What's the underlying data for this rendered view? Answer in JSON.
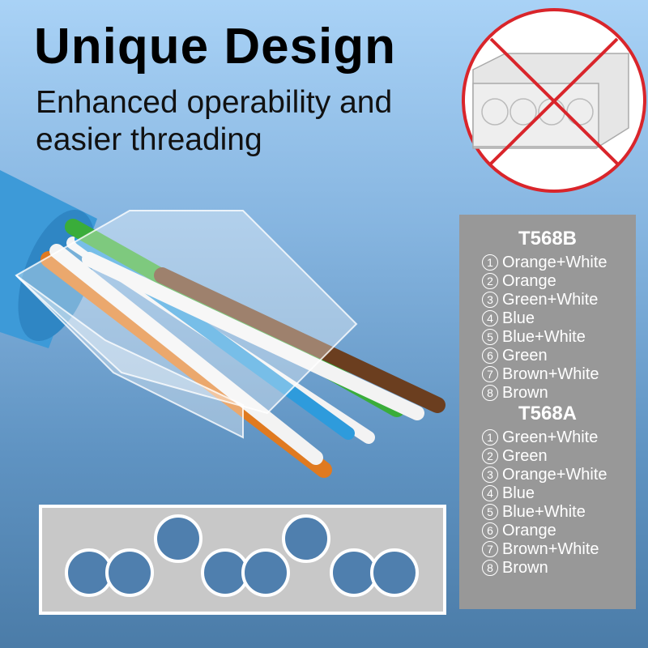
{
  "header": {
    "title": "Unique Design",
    "subtitle": "Enhanced operability and easier threading"
  },
  "icons": {
    "prohibited": "prohibited-old-connector-icon"
  },
  "wiring": {
    "t568b": {
      "title": "T568B",
      "items": [
        {
          "num": "1",
          "label": "Orange+White"
        },
        {
          "num": "2",
          "label": "Orange"
        },
        {
          "num": "3",
          "label": "Green+White"
        },
        {
          "num": "4",
          "label": "Blue"
        },
        {
          "num": "5",
          "label": "Blue+White"
        },
        {
          "num": "6",
          "label": "Green"
        },
        {
          "num": "7",
          "label": "Brown+White"
        },
        {
          "num": "8",
          "label": "Brown"
        }
      ]
    },
    "t568a": {
      "title": "T568A",
      "items": [
        {
          "num": "1",
          "label": "Green+White"
        },
        {
          "num": "2",
          "label": "Green"
        },
        {
          "num": "3",
          "label": "Orange+White"
        },
        {
          "num": "4",
          "label": "Blue"
        },
        {
          "num": "5",
          "label": "Blue+White"
        },
        {
          "num": "6",
          "label": "Orange"
        },
        {
          "num": "7",
          "label": "Brown+White"
        },
        {
          "num": "8",
          "label": "Brown"
        }
      ]
    }
  },
  "colors": {
    "red": "#d9252b",
    "cable_blue": "#3d9ad8",
    "panel_gray": "#989898",
    "hole_blue": "#4f7fae"
  }
}
